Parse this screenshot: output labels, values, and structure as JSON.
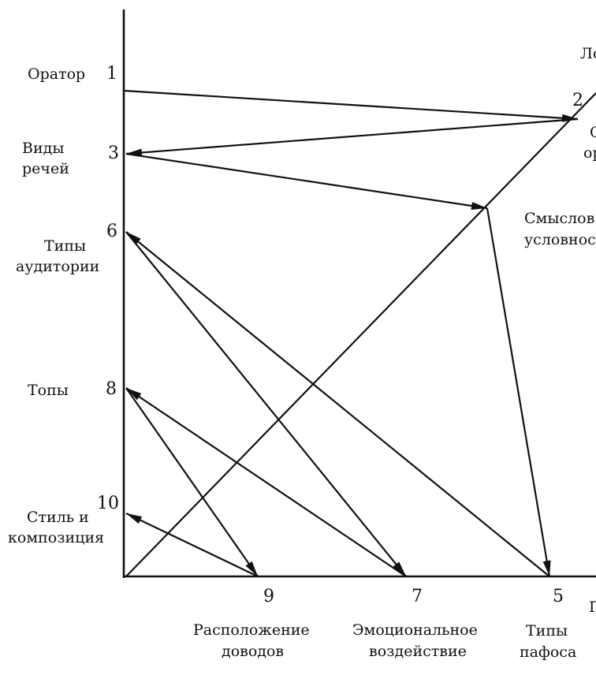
{
  "labels": {
    "orator": "Оратор",
    "vidy_line1": "Виды",
    "vidy_line2": "речей",
    "tipy_aud_line1": "Типы",
    "tipy_aud_line2": "аудитории",
    "topy": "Топы",
    "stil_line1": "Стиль и",
    "stil_line2": "композиция",
    "raspol_line1": "Расположение",
    "raspol_line2": "доводов",
    "emoc_line1": "Эмоциональное",
    "emoc_line2": "воздействие",
    "tipy_pafosa_line1": "Типы",
    "tipy_pafosa_line2": "пафоса",
    "smysl_line1": "Смыслов",
    "smysl_line2": "условнос",
    "cut_top_right": "Ло",
    "cut_o": "О",
    "cut_or": "ор",
    "cut_bottom_right": "Г"
  },
  "numbers": {
    "n1": "1",
    "n2": "2",
    "n3": "3",
    "n5": "5",
    "n6": "6",
    "n7": "7",
    "n8": "8",
    "n9": "9",
    "n10": "10"
  }
}
